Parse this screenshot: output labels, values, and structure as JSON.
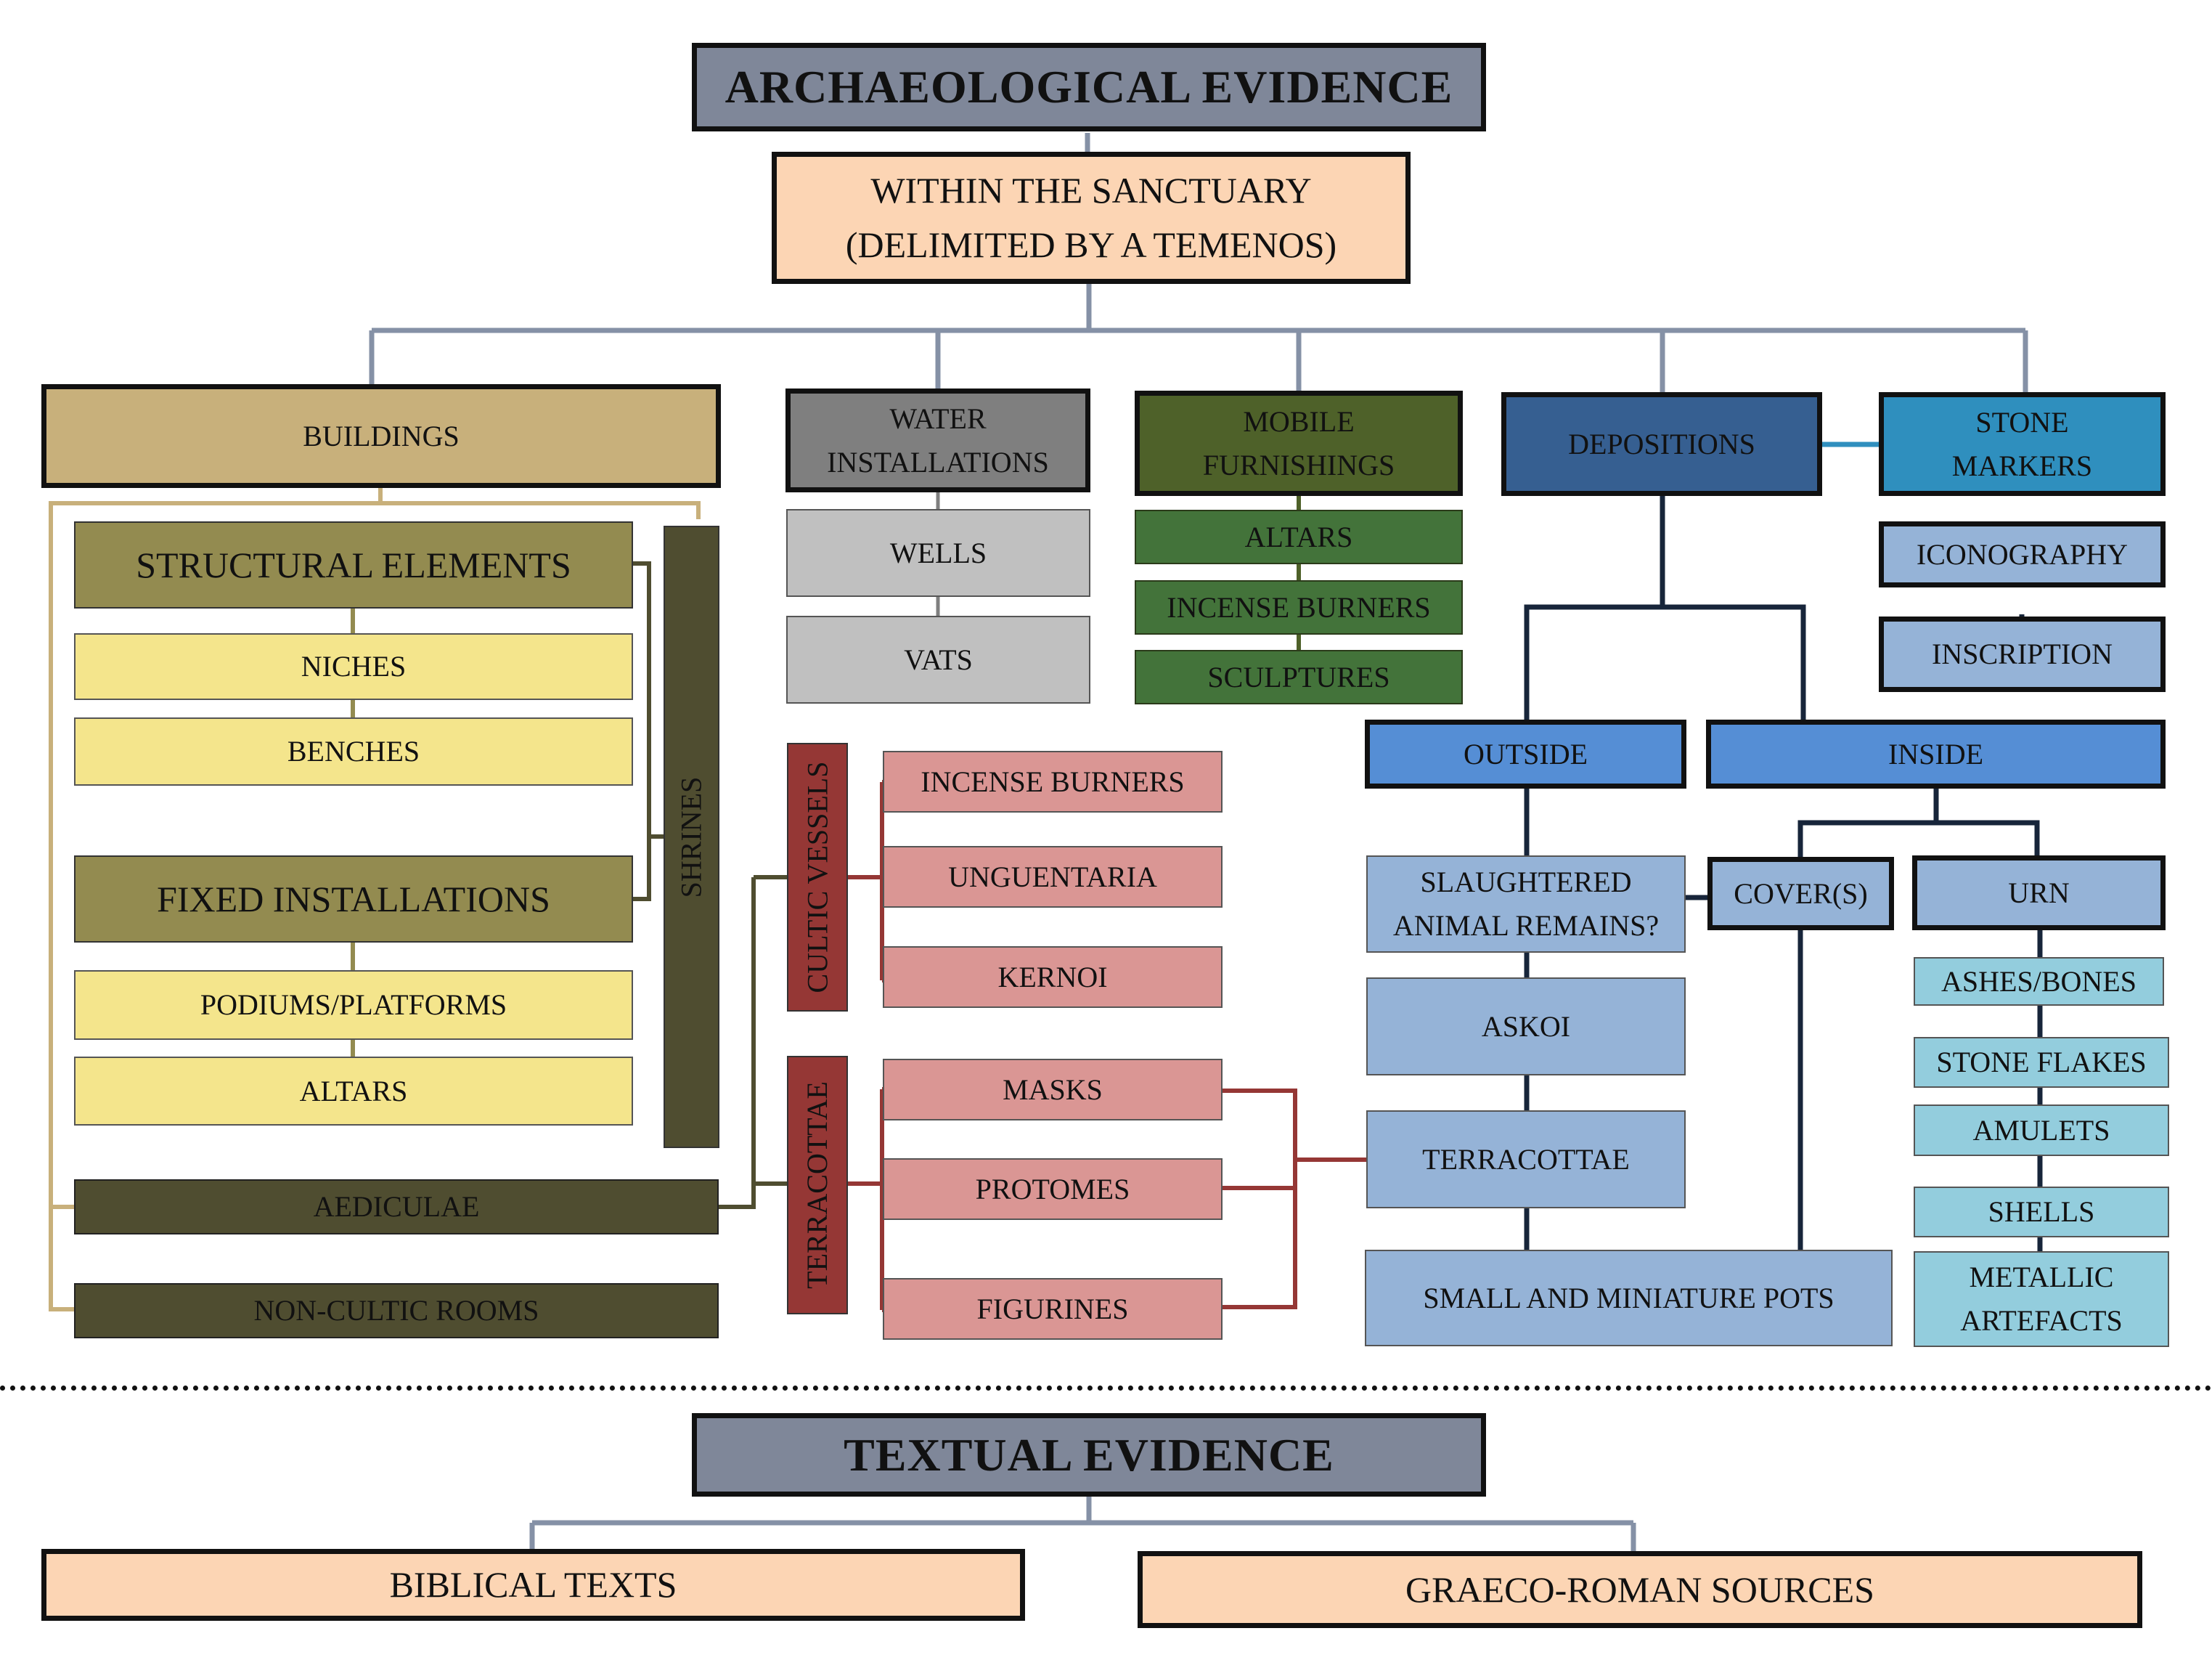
{
  "archaeological": {
    "title": "ARCHAEOLOGICAL EVIDENCE",
    "sanctuary": "WITHIN THE SANCTUARY\n(DELIMITED BY A TEMENOS)",
    "buildings": {
      "label": "BUILDINGS",
      "structural_elements": "STRUCTURAL ELEMENTS",
      "niches": "NICHES",
      "benches": "BENCHES",
      "fixed_installations": "FIXED INSTALLATIONS",
      "podiums": "PODIUMS/PLATFORMS",
      "altars": "ALTARS",
      "shrines": "SHRINES",
      "aediculae": "AEDICULAE",
      "non_cultic_rooms": "NON-CULTIC ROOMS"
    },
    "water": {
      "label": "WATER\nINSTALLATIONS",
      "wells": "WELLS",
      "vats": "VATS"
    },
    "mobile": {
      "label": "MOBILE\nFURNISHINGS",
      "altars": "ALTARS",
      "incense_burners": "INCENSE BURNERS",
      "sculptures": "SCULPTURES"
    },
    "cultic_vessels": {
      "label": "CULTIC VESSELS",
      "incense_burners": "INCENSE BURNERS",
      "unguentaria": "UNGUENTARIA",
      "kernoi": "KERNOI"
    },
    "terracottae": {
      "label": "TERRACOTTAE",
      "masks": "MASKS",
      "protomes": "PROTOMES",
      "figurines": "FIGURINES"
    },
    "depositions": {
      "label": "DEPOSITIONS",
      "outside": "OUTSIDE",
      "inside": "INSIDE",
      "slaughtered": "SLAUGHTERED\nANIMAL REMAINS?",
      "askoi": "ASKOI",
      "terracottae": "TERRACOTTAE",
      "small_pots": "SMALL AND MINIATURE POTS",
      "covers": "COVER(S)",
      "urn": "URN",
      "ashes": "ASHES/BONES",
      "stone_flakes": "STONE FLAKES",
      "amulets": "AMULETS",
      "shells": "SHELLS",
      "metallic": "METALLIC\nARTEFACTS"
    },
    "stone_markers": {
      "label": "STONE\nMARKERS",
      "iconography": "ICONOGRAPHY",
      "inscription": "INSCRIPTION"
    }
  },
  "textual": {
    "title": "TEXTUAL EVIDENCE",
    "biblical": "BIBLICAL TEXTS",
    "graeco_roman": "GRAECO-ROMAN SOURCES"
  },
  "colors": {
    "title_fill": "#7f8799",
    "peach": "#fcd5b4",
    "buildings": "#c8b07b",
    "olive": "#938b50",
    "yellow": "#f4e58c",
    "dark_olive": "#4f4d30",
    "dark_grey": "#7f7f7f",
    "light_grey": "#c0c0c0",
    "mobile_green": "#4e6129",
    "green": "#43733a",
    "maroon": "#953735",
    "pink": "#da9694",
    "navy": "#365f91",
    "teal": "#2f8fbe",
    "mid_blue": "#558ed5",
    "light_blue": "#95b3d7",
    "cyan": "#93cddd",
    "connector_grey": "#8591a6",
    "connector_dark": "#17253a"
  }
}
